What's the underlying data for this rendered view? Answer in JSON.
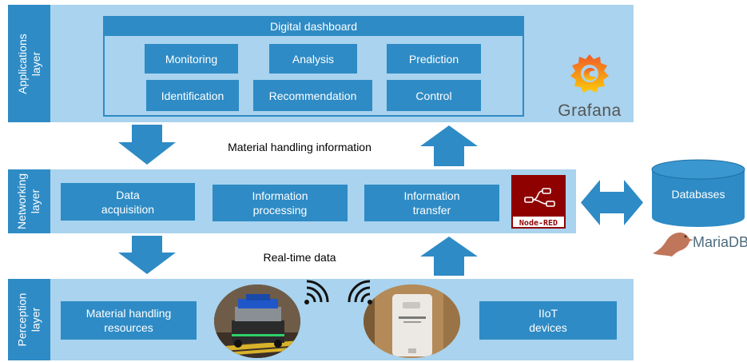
{
  "applications": {
    "layer_label": "Applications\nlayer",
    "dashboard_title": "Digital dashboard",
    "items": [
      "Monitoring",
      "Analysis",
      "Prediction",
      "Identification",
      "Recommendation",
      "Control"
    ],
    "logo_text": "Grafana"
  },
  "flow_top_label": "Material handling information",
  "networking": {
    "layer_label": "Networking\nlayer",
    "items": [
      "Data\nacquisition",
      "Information\nprocessing",
      "Information\ntransfer"
    ],
    "logo_text": "Node-RED"
  },
  "flow_bottom_label": "Real-time data",
  "perception": {
    "layer_label": "Perception\nlayer",
    "items": [
      "Material handling\nresources",
      "IIoT\ndevices"
    ]
  },
  "databases": {
    "label": "Databases",
    "logo_text": "MariaDB"
  },
  "colors": {
    "layer_bg": "#a9d3ee",
    "box": "#2e8bc5",
    "nodered": "#8f0000",
    "grafana": "#f46800",
    "mariadb": "#c0765a"
  }
}
